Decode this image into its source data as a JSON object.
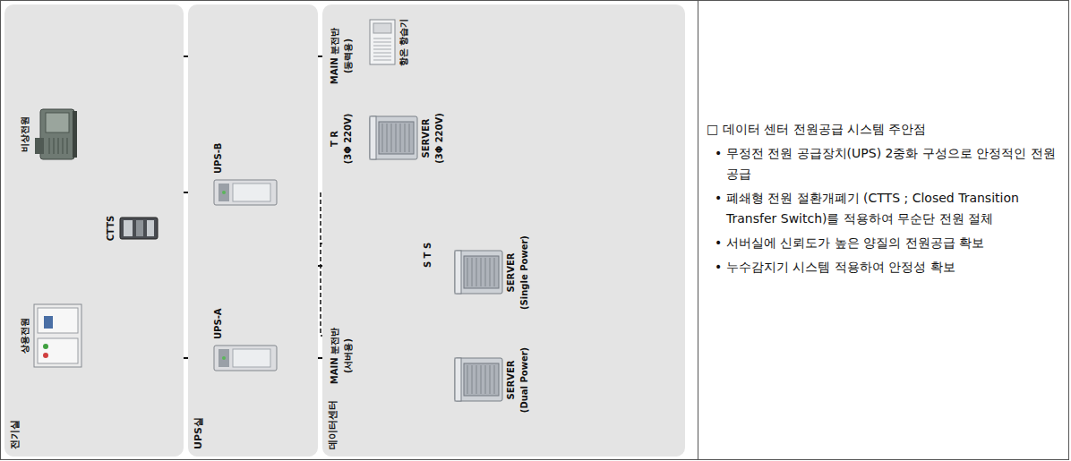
{
  "diagram": {
    "nodes": [
      {
        "text": [
          "전기실"
        ]
      },
      {
        "text": [
          "비상전원"
        ],
        "in": 0
      },
      {
        "text": [
          "상용전원"
        ],
        "in": 0
      },
      {
        "text": [
          "CTTS"
        ],
        "in": 0
      },
      {
        "text": [
          "UPS실"
        ]
      },
      {
        "text": [
          "UPS-B"
        ],
        "in": 4
      },
      {
        "text": [
          "UPS-A"
        ],
        "in": 4
      },
      {
        "text": [
          "데이터센터"
        ]
      },
      {
        "text": [
          "MAIN 분전반",
          "(동력용)"
        ],
        "in": 7
      },
      {
        "text": [
          "항온 항습기"
        ],
        "in": 7
      },
      {
        "text": [
          "T R",
          "(3Φ 220V)"
        ],
        "in": 7
      },
      {
        "text": [
          "SERVER",
          "(3Φ 220V)"
        ],
        "in": 7
      },
      {
        "text": [
          "S T S"
        ],
        "in": 7
      },
      {
        "text": [
          "SERVER",
          "(Single Power)"
        ],
        "in": 7
      },
      {
        "text": [
          "MAIN 분전반",
          "(서버용)"
        ],
        "in": 7
      },
      {
        "text": [
          "SERVER",
          "(Dual Power)"
        ],
        "in": 7
      },
      {
        "text": [
          "□ 데이터 센터 전원공급 시스템 주안점",
          "• 무정전 전원 공급장치(UPS) 2중화 구성으로 안정적인 전원 공급",
          "• 폐쇄형 전원 절환개폐기 (CTTS ; Closed Transition Transfer Switch)를 적용하여 무순단 전원 절체",
          "• 서버실에 신뢰도가 높은 양질의 전원공급 확보",
          "• 누수감지기 시스템 적용하여 안정성 확보"
        ]
      }
    ],
    "edges": [
      {
        "from": 1,
        "to": 3,
        "arrow": "none"
      },
      {
        "from": 2,
        "to": 3,
        "arrow": "none"
      },
      {
        "from": 3,
        "to": 8,
        "arrow": "none"
      },
      {
        "from": 3,
        "to": 5,
        "arrow": "none"
      },
      {
        "from": 3,
        "to": 6,
        "arrow": "none"
      },
      {
        "from": 8,
        "to": 9,
        "arrow": "none"
      },
      {
        "from": 5,
        "to": 12,
        "arrow": "none"
      },
      {
        "from": 6,
        "to": 12,
        "arrow": "none"
      },
      {
        "from": 5,
        "to": 14,
        "arrow": "none"
      },
      {
        "from": 6,
        "to": 14,
        "arrow": "none"
      },
      {
        "from": 12,
        "to": 13,
        "arrow": "none"
      },
      {
        "from": 12,
        "to": 10,
        "arrow": "none"
      },
      {
        "from": 10,
        "to": 11,
        "arrow": "none"
      },
      {
        "from": 14,
        "to": 15,
        "arrow": "none"
      },
      {
        "from": 14,
        "to": 15,
        "arrow": "none"
      }
    ]
  }
}
